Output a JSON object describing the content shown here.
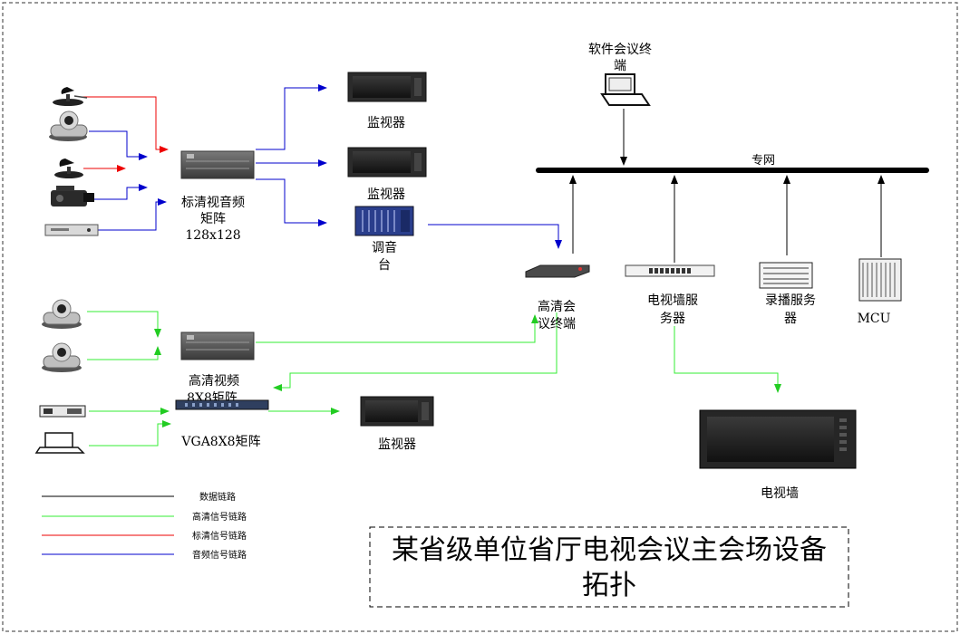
{
  "devices": {
    "monitor_1": "监视器",
    "monitor_2": "监视器",
    "monitor_3": "监视器",
    "sd_matrix": "标清视音频",
    "sd_matrix_l2": "矩阵",
    "sd_matrix_l3": "128x128",
    "mixer": "调音",
    "mixer_l2": "台",
    "software_terminal": "软件会议终",
    "software_terminal_l2": "端",
    "private_network": "专网",
    "hd_terminal": "高清会",
    "hd_terminal_l2": "议终端",
    "tv_wall_server": "电视墙服",
    "tv_wall_server_l2": "务器",
    "recording_server": "录播服务",
    "recording_server_l2": "器",
    "mcu": "MCU",
    "hd_video_matrix": "高清视频",
    "hd_video_matrix_l2": "8X8矩阵",
    "vga_matrix": "VGA8X8矩阵",
    "tv_wall": "电视墙"
  },
  "legend": [
    {
      "label": "数据链路",
      "color": "#000000"
    },
    {
      "label": "高清信号链路",
      "color": "#33ee33"
    },
    {
      "label": "标清信号链路",
      "color": "#ee0000"
    },
    {
      "label": "音频信号链路",
      "color": "#0000cc"
    }
  ],
  "title": {
    "line1": "某省级单位省厅电视会议主会场设备",
    "line2": "拓扑"
  }
}
